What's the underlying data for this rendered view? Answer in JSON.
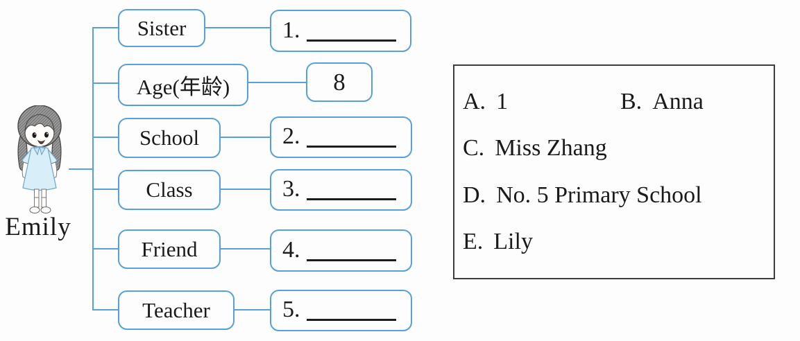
{
  "page": {
    "background": "#fdfdfd"
  },
  "colors": {
    "line_blue": "#58a0d8",
    "text": "#1a1a1a",
    "options_border": "#3c3c3c"
  },
  "figure": {
    "person_label": "Emily",
    "rows": [
      {
        "label": "Sister",
        "number": "1.",
        "answer": "",
        "blank": true
      },
      {
        "label": "Age(年龄)",
        "number": "",
        "answer": "8",
        "blank": false
      },
      {
        "label": "School",
        "number": "2.",
        "answer": "",
        "blank": true
      },
      {
        "label": "Class",
        "number": "3.",
        "answer": "",
        "blank": true
      },
      {
        "label": "Friend",
        "number": "4.",
        "answer": "",
        "blank": true
      },
      {
        "label": "Teacher",
        "number": "5.",
        "answer": "",
        "blank": true
      }
    ]
  },
  "options": {
    "items": [
      {
        "letter": "A.",
        "text": "1"
      },
      {
        "letter": "B.",
        "text": "Anna"
      },
      {
        "letter": "C.",
        "text": "Miss Zhang"
      },
      {
        "letter": "D.",
        "text": "No. 5 Primary School"
      },
      {
        "letter": "E.",
        "text": "Lily"
      }
    ]
  }
}
